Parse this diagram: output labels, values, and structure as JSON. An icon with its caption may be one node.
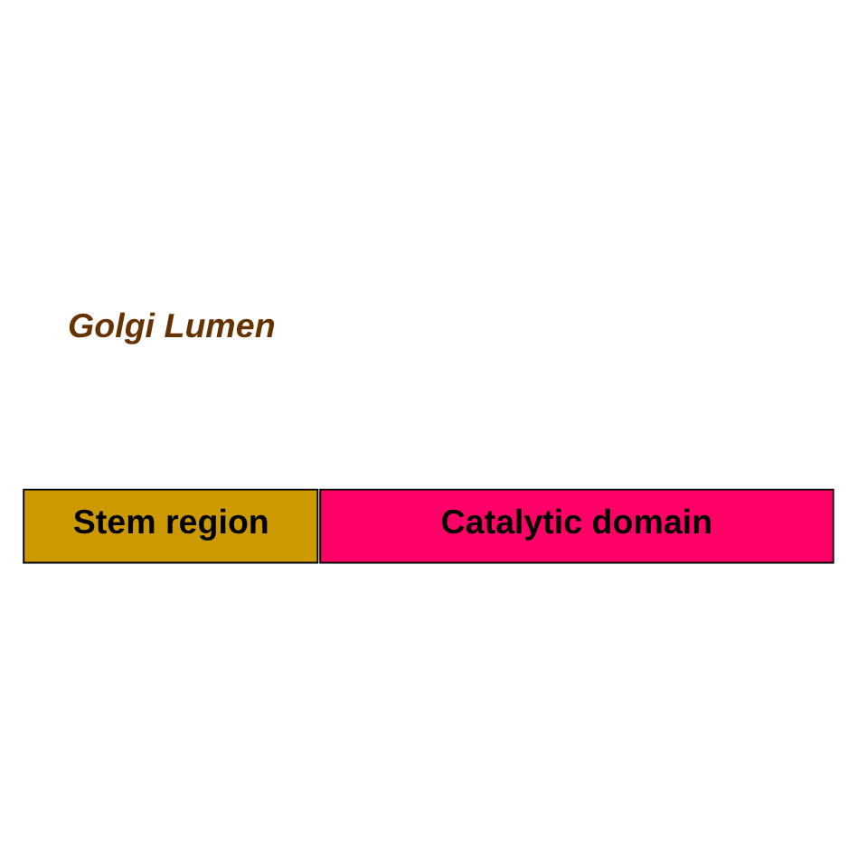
{
  "diagram": {
    "nodes": [
      {
        "text": [
          "Stem region"
        ]
      },
      {
        "text": [
          "Catalytic domain"
        ]
      }
    ],
    "labels": [
      "Golgi Lumen"
    ]
  }
}
